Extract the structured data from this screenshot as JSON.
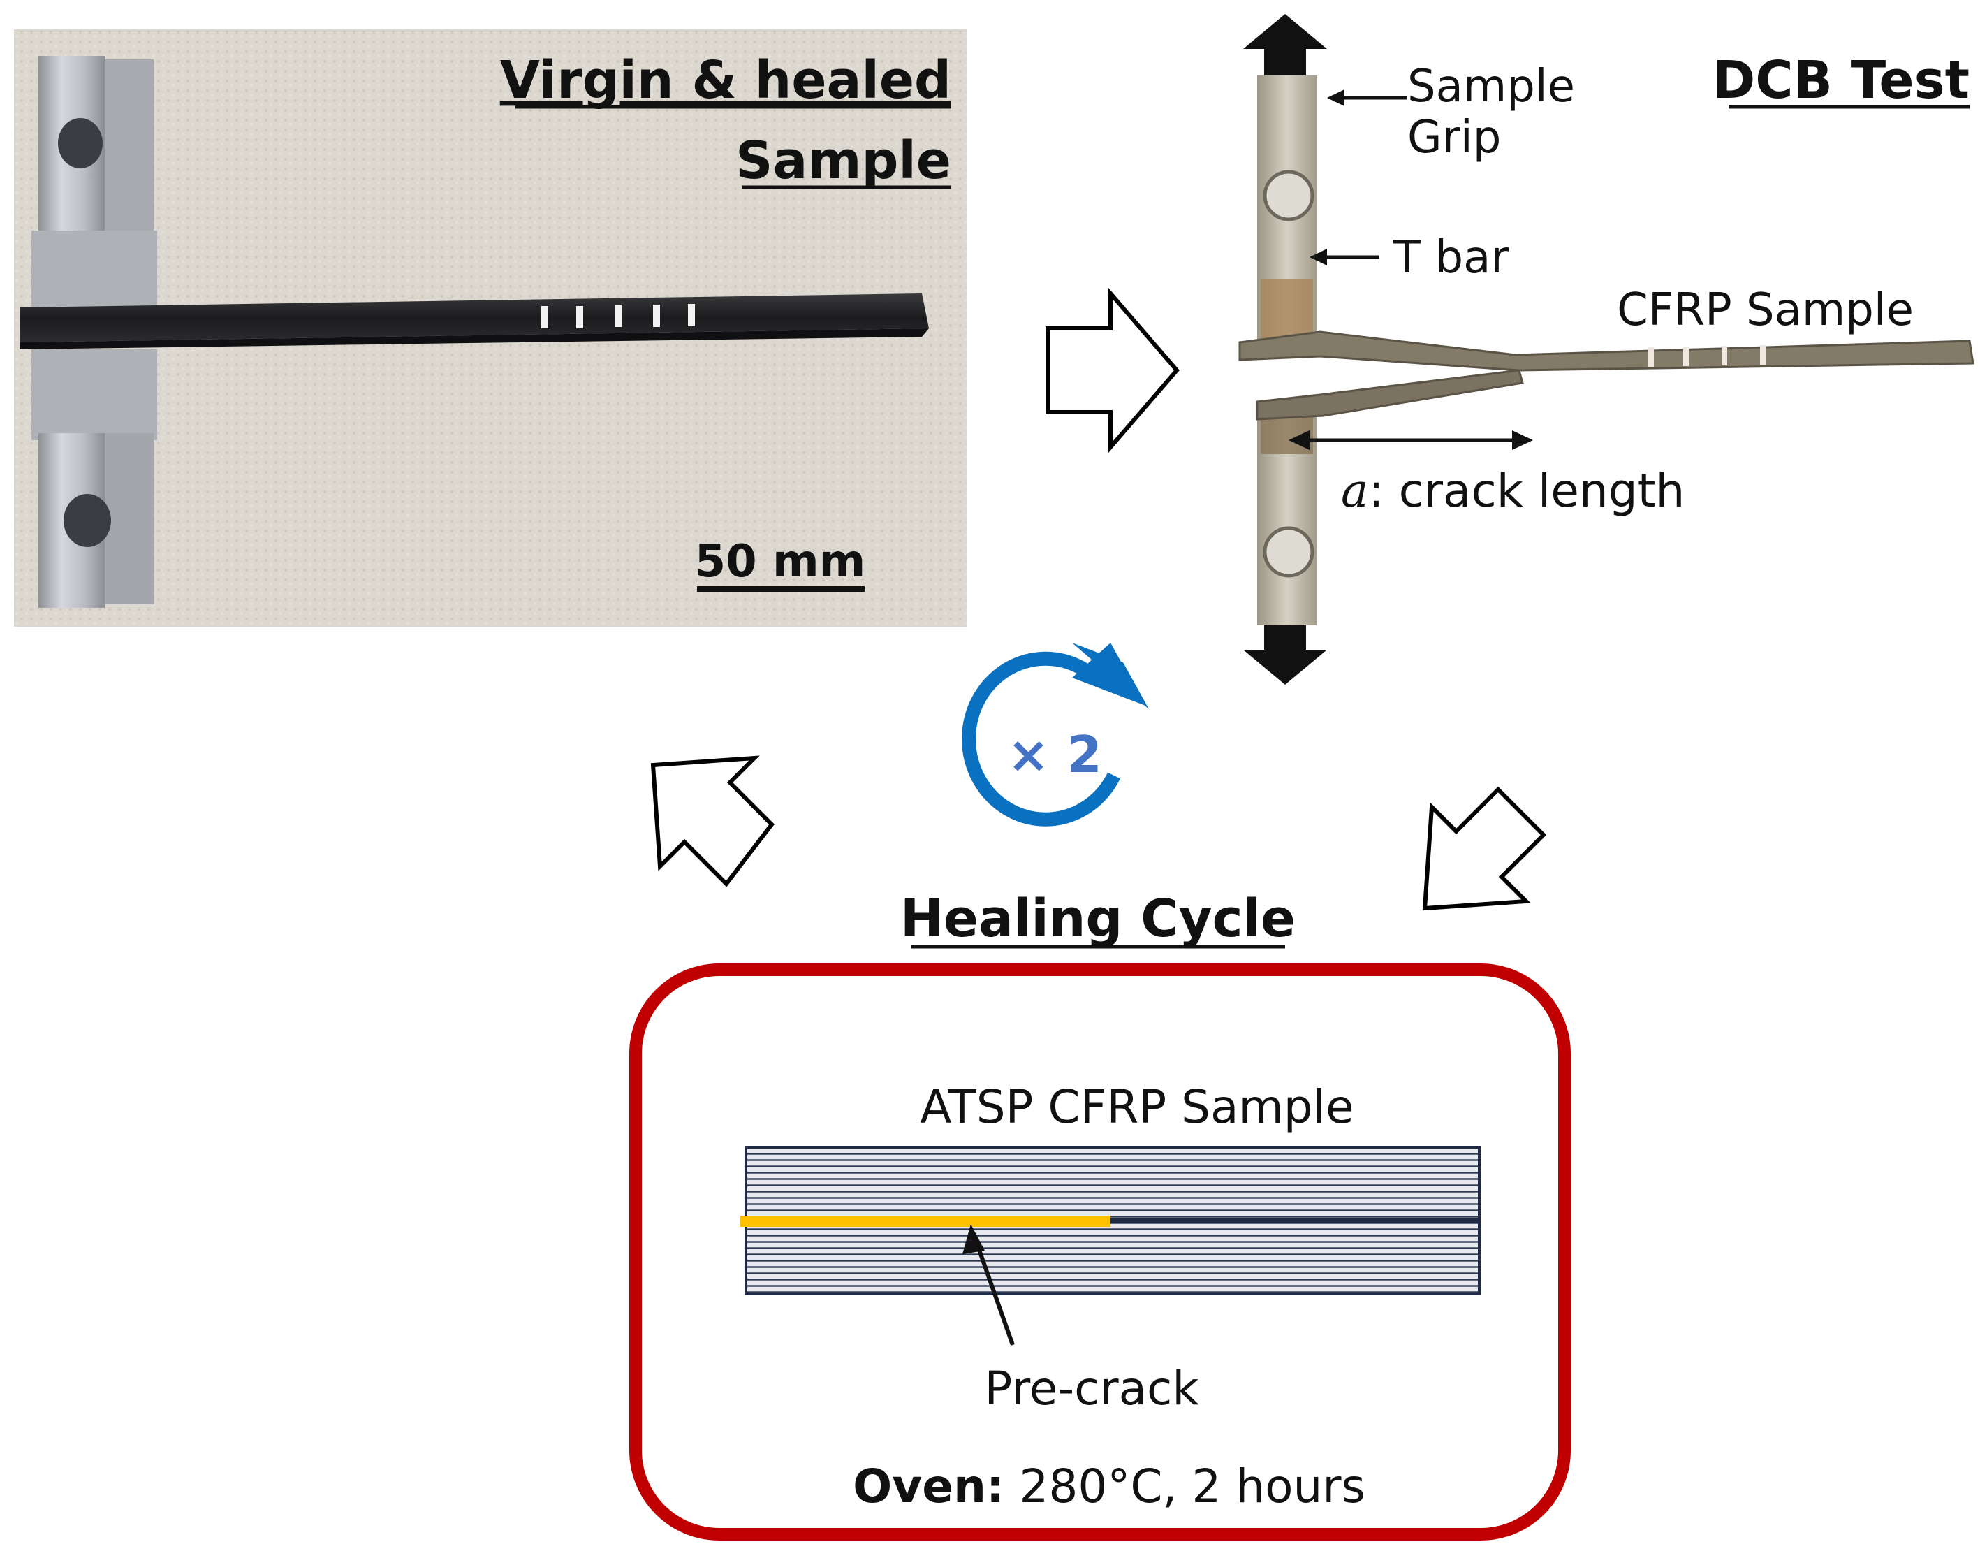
{
  "photo_panel": {
    "title_line1": "Virgin & healed",
    "title_line2": "Sample",
    "scale_label": "50 mm"
  },
  "dcb_panel": {
    "title": "DCB Test",
    "grip_label_line1": "Sample",
    "grip_label_line2": "Grip",
    "tbar_label": "T bar",
    "sample_label": "CFRP Sample",
    "crack_symbol": "a",
    "crack_label": ": crack length"
  },
  "repeat": {
    "label": "× 2"
  },
  "healing": {
    "title": "Healing Cycle",
    "sample_label": "ATSP CFRP Sample",
    "precrack_label": "Pre-crack",
    "oven_bold": "Oven:",
    "oven_value": " 280°C, 2 hours"
  },
  "colors": {
    "frame_red": "#c00000",
    "precrack_yellow": "#ffc000",
    "cycle_blue": "#0a70c0",
    "cycle_text_blue": "#4472c4",
    "laminate_fill": "#e6e8ee",
    "laminate_line": "#2b3a55"
  }
}
